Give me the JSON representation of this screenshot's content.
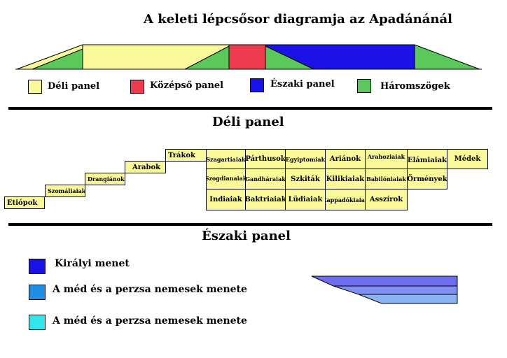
{
  "header": {
    "title": "A keleti lépcsősor diagramja az Apadánánál"
  },
  "legend": [
    {
      "label": "Déli panel",
      "color": "#f9f99a"
    },
    {
      "label": "Középső panel",
      "color": "#ee3b4e"
    },
    {
      "label": "Északi panel",
      "color": "#1a12e6"
    },
    {
      "label": "Háromszögek",
      "color": "#5ac85a"
    }
  ],
  "south": {
    "title": "Déli panel",
    "steps": [
      "Etiópok",
      "Szomáliaiak",
      "Drangiánok",
      "Arabok",
      "Trákok"
    ],
    "grid": [
      [
        "Szagartiaiak",
        "Párthusok",
        "Egyiptomiak",
        "Ariánok",
        "Arahoziaiak",
        "Elámiaiak",
        "Médek"
      ],
      [
        "Szogdianaiak",
        "Gandháraiak",
        "Szkiták",
        "Kilikiaiak",
        "Babilóniaiak",
        "Örmények"
      ],
      [
        "Indiaiak",
        "Baktriaiak",
        "Lüdiaiak",
        "Kappadókiaiak",
        "Asszírok"
      ]
    ]
  },
  "north": {
    "title": "Északi panel",
    "legend": [
      {
        "label": "Királyi menet",
        "color": "#1a12e6"
      },
      {
        "label": "A méd és a perzsa nemesek menete",
        "color": "#1f8fe6"
      },
      {
        "label": "A méd és a perzsa nemesek menete",
        "color": "#33e6ee"
      }
    ],
    "band_colors": [
      "#6d6df0",
      "#7f8ff2",
      "#8ab3f2"
    ]
  }
}
